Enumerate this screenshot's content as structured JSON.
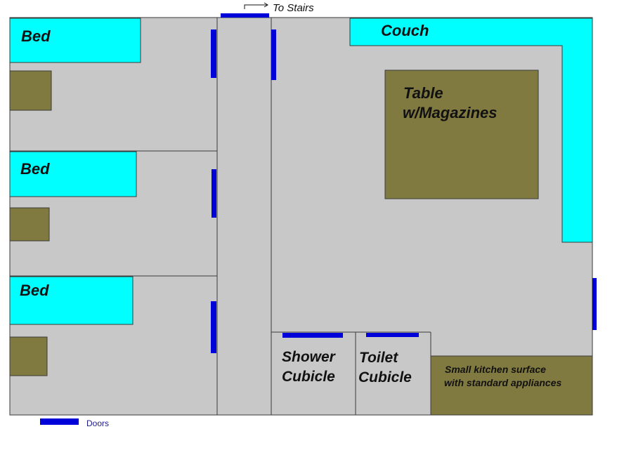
{
  "colors": {
    "floor": "#c8c8c8",
    "wall": "#3a3a3a",
    "bed": "#00ffff",
    "furniture": "#807a40",
    "door": "#0000d8"
  },
  "labels": {
    "to_stairs": "To Stairs",
    "bed_1": "Bed",
    "bed_2": "Bed",
    "bed_3": "Bed",
    "couch": "Couch",
    "table_line1": "Table",
    "table_line2": "w/Magazines",
    "shower_line1": "Shower",
    "shower_line2": "Cubicle",
    "toilet_line1": "Toilet",
    "toilet_line2": "Cubicle",
    "kitchen_line1": "Small kitchen surface",
    "kitchen_line2": "with standard appliances"
  },
  "legend": {
    "doors_label": "Doors"
  }
}
